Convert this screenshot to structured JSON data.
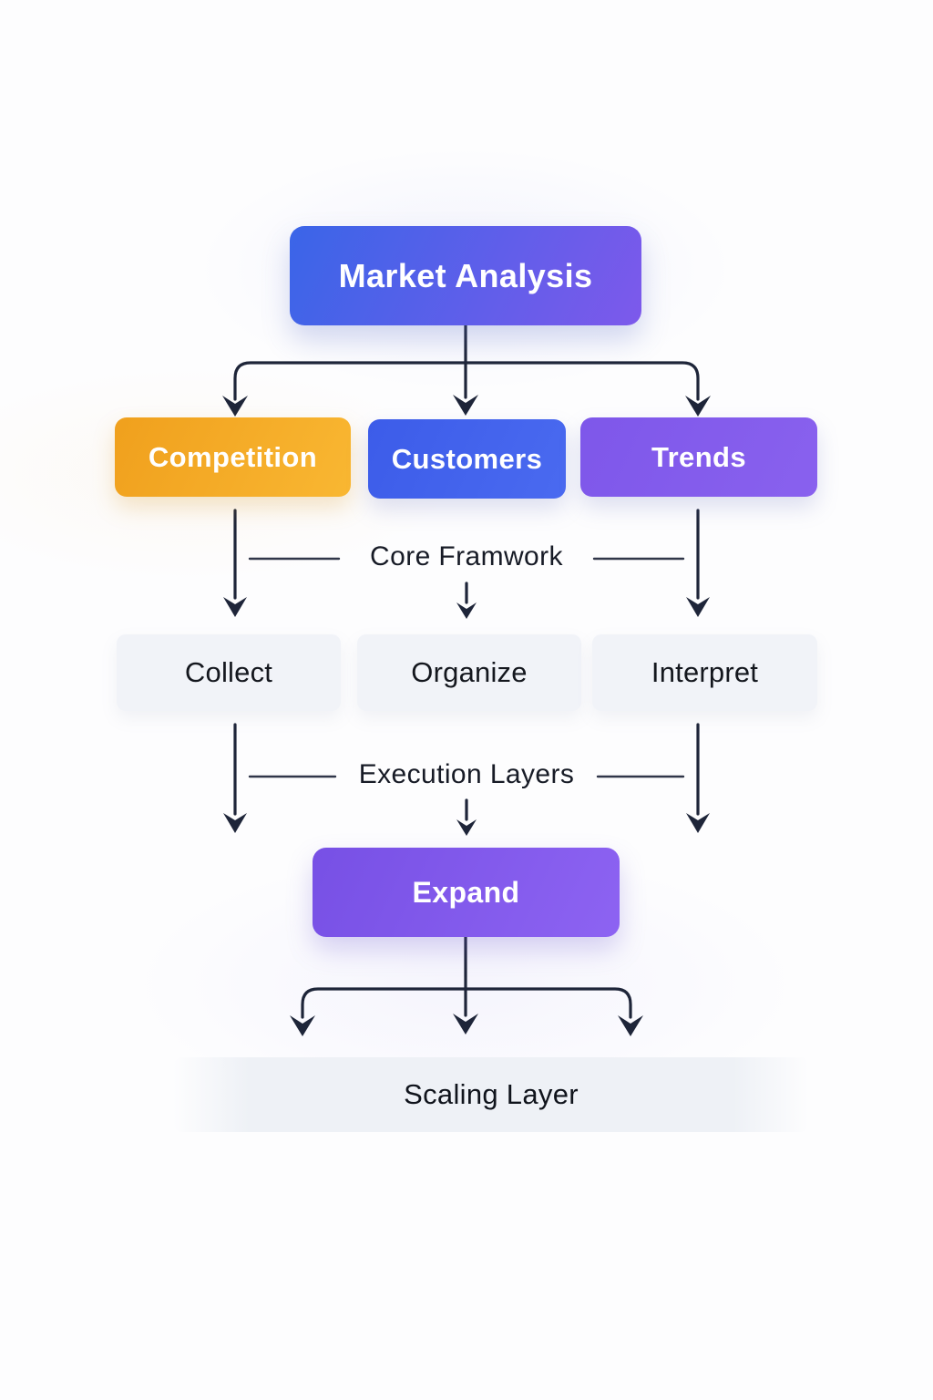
{
  "diagram": {
    "root": {
      "label": "Market Analysis",
      "colors": [
        "#3a65e8",
        "#7d59eb"
      ]
    },
    "branches": [
      {
        "label": "Competition",
        "colors": [
          "#f0a01d",
          "#f9b732"
        ]
      },
      {
        "label": "Customers",
        "colors": [
          "#3c5ce9",
          "#4a6af0"
        ]
      },
      {
        "label": "Trends",
        "colors": [
          "#7e57ea",
          "#8961ee"
        ]
      }
    ],
    "sections": [
      {
        "label": "Core Framwork"
      },
      {
        "label": "Execution Layers"
      }
    ],
    "process": [
      {
        "label": "Collect"
      },
      {
        "label": "Organize"
      },
      {
        "label": "Interpret"
      }
    ],
    "expand": {
      "label": "Expand",
      "colors": [
        "#7750e5",
        "#8d63f2"
      ]
    },
    "scaling": {
      "label": "Scaling Layer"
    },
    "colors": {
      "arrow": "#1e2539",
      "light_node_bg": "#f1f3f8",
      "light_node_text": "#14171e",
      "scaling_band_bg": "#eef1f6",
      "background": "#fdfdfe"
    }
  }
}
